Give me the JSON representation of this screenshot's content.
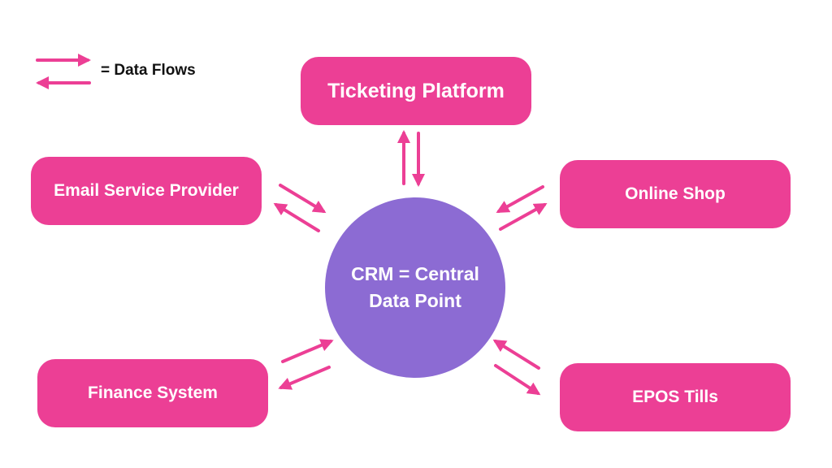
{
  "legend": {
    "label": "= Data Flows"
  },
  "center": {
    "line1": "CRM = Central",
    "line2": "Data Point"
  },
  "nodes": {
    "ticketing": "Ticketing Platform",
    "email": "Email Service Provider",
    "shop": "Online Shop",
    "finance": "Finance System",
    "epos": "EPOS Tills"
  },
  "colors": {
    "node": "#ec3f95",
    "center": "#8c6bd3",
    "arrow": "#ec3f95"
  }
}
